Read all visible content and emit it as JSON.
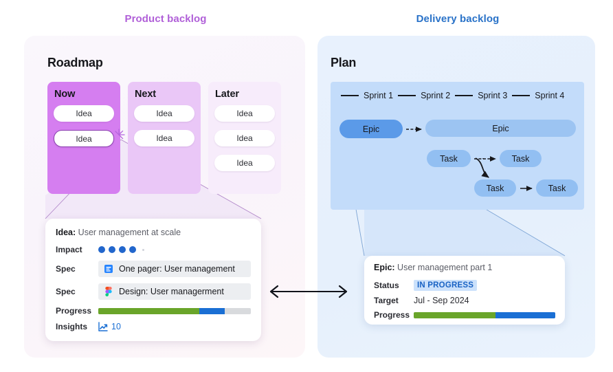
{
  "headings": {
    "product_backlog": "Product backlog",
    "delivery_backlog": "Delivery backlog",
    "product_color": "#b05fd8",
    "delivery_color": "#2972c8"
  },
  "roadmap": {
    "panel_title": "Roadmap",
    "columns": [
      {
        "title": "Now",
        "color": "#d57ef0",
        "cards": [
          "Idea",
          "Idea"
        ],
        "selected_index": 1
      },
      {
        "title": "Next",
        "color": "#eac7f7",
        "cards": [
          "Idea",
          "Idea"
        ],
        "selected_index": -1
      },
      {
        "title": "Later",
        "color": "#f7ecfb",
        "cards": [
          "Idea",
          "Idea",
          "Idea"
        ],
        "selected_index": -1
      }
    ]
  },
  "idea_card": {
    "title_label": "Idea:",
    "title_value": "User management at scale",
    "impact_label": "Impact",
    "impact_filled": 4,
    "impact_total": 5,
    "spec1_label": "Spec",
    "spec1_icon": "confluence-document-icon",
    "spec1_value": "One pager: User management",
    "spec2_label": "Spec",
    "spec2_icon": "figma-icon",
    "spec2_value": "Design: User managerment",
    "progress_label": "Progress",
    "progress_green_pct": 66,
    "progress_blue_pct": 17,
    "progress_empty_pct": 17,
    "insights_label": "Insights",
    "insights_icon": "trend-up-icon",
    "insights_value": "10"
  },
  "plan": {
    "panel_title": "Plan",
    "sprints": [
      "Sprint 1",
      "Sprint 2",
      "Sprint 3",
      "Sprint 4"
    ],
    "nodes": [
      {
        "id": "epic-1",
        "label": "Epic"
      },
      {
        "id": "epic-2",
        "label": "Epic"
      },
      {
        "id": "task-1",
        "label": "Task"
      },
      {
        "id": "task-2",
        "label": "Task"
      },
      {
        "id": "task-3",
        "label": "Task"
      },
      {
        "id": "task-4",
        "label": "Task"
      }
    ]
  },
  "epic_card": {
    "title_label": "Epic:",
    "title_value": "User management part 1",
    "status_label": "Status",
    "status_value": "IN PROGRESS",
    "status_bg": "#cbe1fb",
    "status_fg": "#1a63c4",
    "target_label": "Target",
    "target_value": "Jul - Sep 2024",
    "progress_label": "Progress",
    "progress_green_pct": 58,
    "progress_blue_pct": 42
  },
  "connector": {
    "type": "double-headed-arrow"
  }
}
